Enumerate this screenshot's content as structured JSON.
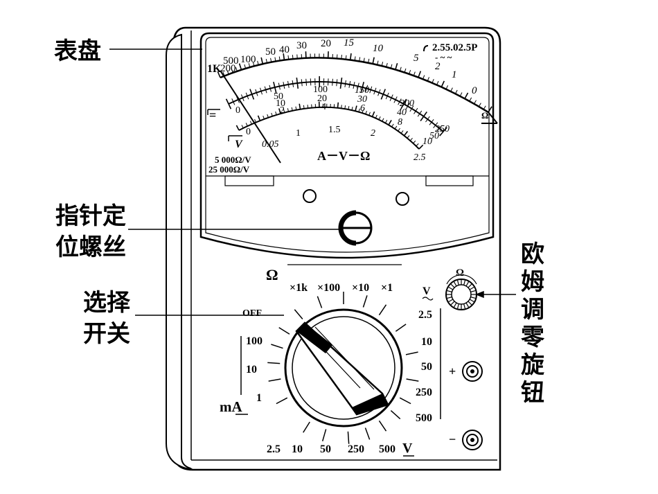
{
  "callouts": {
    "dial": "表盘",
    "zero_screw_line1": "指针定",
    "zero_screw_line2": "位螺丝",
    "selector_line1": "选择",
    "selector_line2": "开关",
    "ohm_adjust": [
      "欧",
      "姆",
      "调",
      "零",
      "旋",
      "钮"
    ]
  },
  "dial_face": {
    "ohm_scale": [
      "1K",
      "500",
      "200",
      "100",
      "50",
      "40",
      "30",
      "20",
      "15",
      "10",
      "5",
      "2",
      "1",
      "0"
    ],
    "dc_scale": [
      "0",
      "50",
      "100",
      "150",
      "200",
      "250"
    ],
    "dc_scale_mid": [
      "2",
      "4",
      "6",
      "8",
      "10"
    ],
    "dc_scale_inner": [
      "10",
      "20",
      "30",
      "40",
      "50"
    ],
    "ac_scale": [
      "0",
      "0.05",
      "1",
      "1.5",
      "2",
      "2.5"
    ],
    "marks_top_right": "2.55.02.5P",
    "marks_top_right_sub": "- ~ ~",
    "ohm_symbol": "Ω",
    "dc_symbol": "=",
    "ac_symbol": "V",
    "center_label": "A－V－Ω",
    "sensitivity_dc": "5 000Ω/V",
    "sensitivity_ac": "25 000Ω/V"
  },
  "selector": {
    "ohm_header": "Ω",
    "ohm_ranges": [
      "×1k",
      "×100",
      "×10",
      "×1"
    ],
    "off": "OFF",
    "ma_ranges": [
      "100",
      "10",
      "1"
    ],
    "ma_unit": "mA",
    "v_ranges_bottom": [
      "2.5",
      "10",
      "50",
      "250",
      "500"
    ],
    "v_unit": "V",
    "acv_symbol": "V",
    "acv_ranges": [
      "2.5",
      "10",
      "50",
      "250",
      "500"
    ]
  },
  "knob": {
    "label": "Ω"
  },
  "terminals": {
    "plus": "+",
    "minus": "−"
  }
}
